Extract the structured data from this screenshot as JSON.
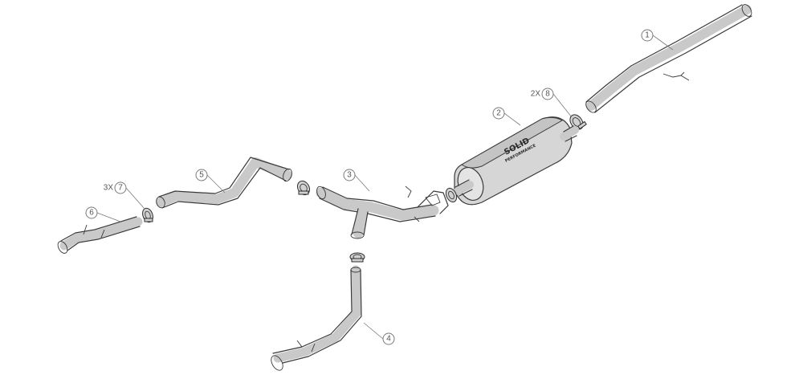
{
  "callouts": [
    {
      "number": "1",
      "qty": ""
    },
    {
      "number": "2",
      "qty": ""
    },
    {
      "number": "3",
      "qty": ""
    },
    {
      "number": "4",
      "qty": ""
    },
    {
      "number": "5",
      "qty": ""
    },
    {
      "number": "6",
      "qty": ""
    },
    {
      "number": "7",
      "qty": "3X"
    },
    {
      "number": "8",
      "qty": "2X"
    }
  ],
  "muffler_logo": [
    "SOLID",
    "PERFORMANCE"
  ],
  "colors": {
    "line": "#3a3a3a",
    "shade": "#c9c9c9",
    "callout": "#7a7a7a",
    "background": "#ffffff"
  }
}
